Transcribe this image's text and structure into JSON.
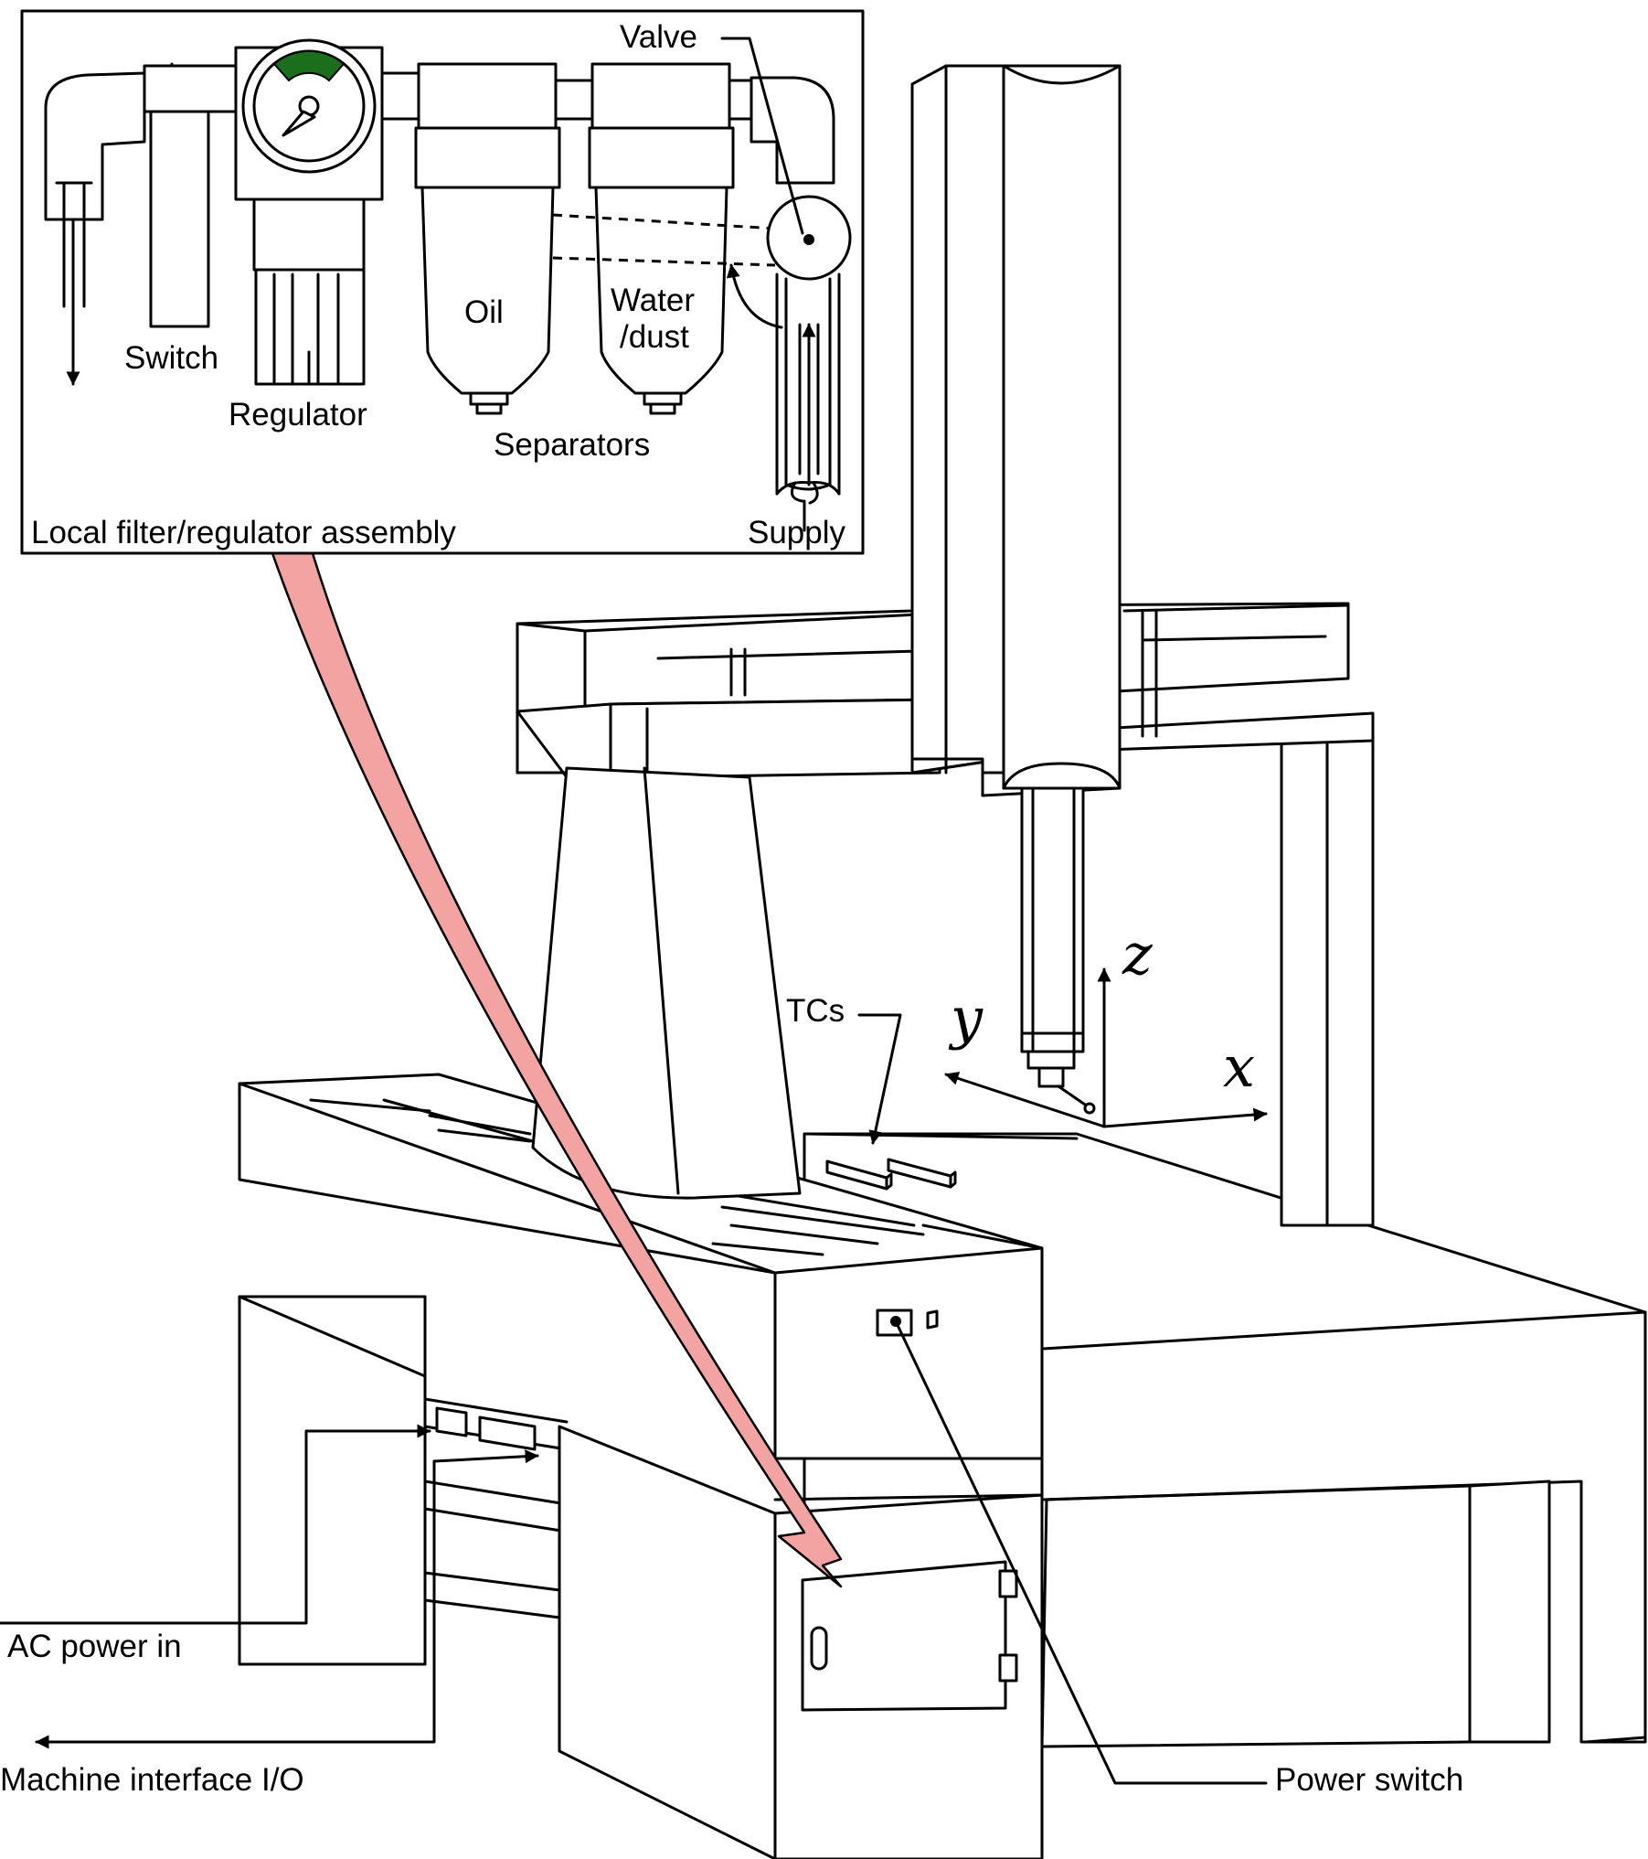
{
  "inset": {
    "title": "Local filter/regulator assembly",
    "labels": {
      "valve": "Valve",
      "switch": "Switch",
      "regulator": "Regulator",
      "oil": "Oil",
      "water_line1": "Water",
      "water_line2": "/dust",
      "separators": "Separators",
      "supply": "Supply"
    },
    "gauge_color": "#1b6e1b"
  },
  "machine": {
    "labels": {
      "tcs": "TCs",
      "ac_power_in": "AC power in",
      "machine_interface": "Machine interface I/O",
      "power_switch": "Power switch"
    },
    "axes": {
      "x": "x",
      "y": "y",
      "z": "z"
    }
  },
  "callout_arrow_color": "#f4a3a3"
}
